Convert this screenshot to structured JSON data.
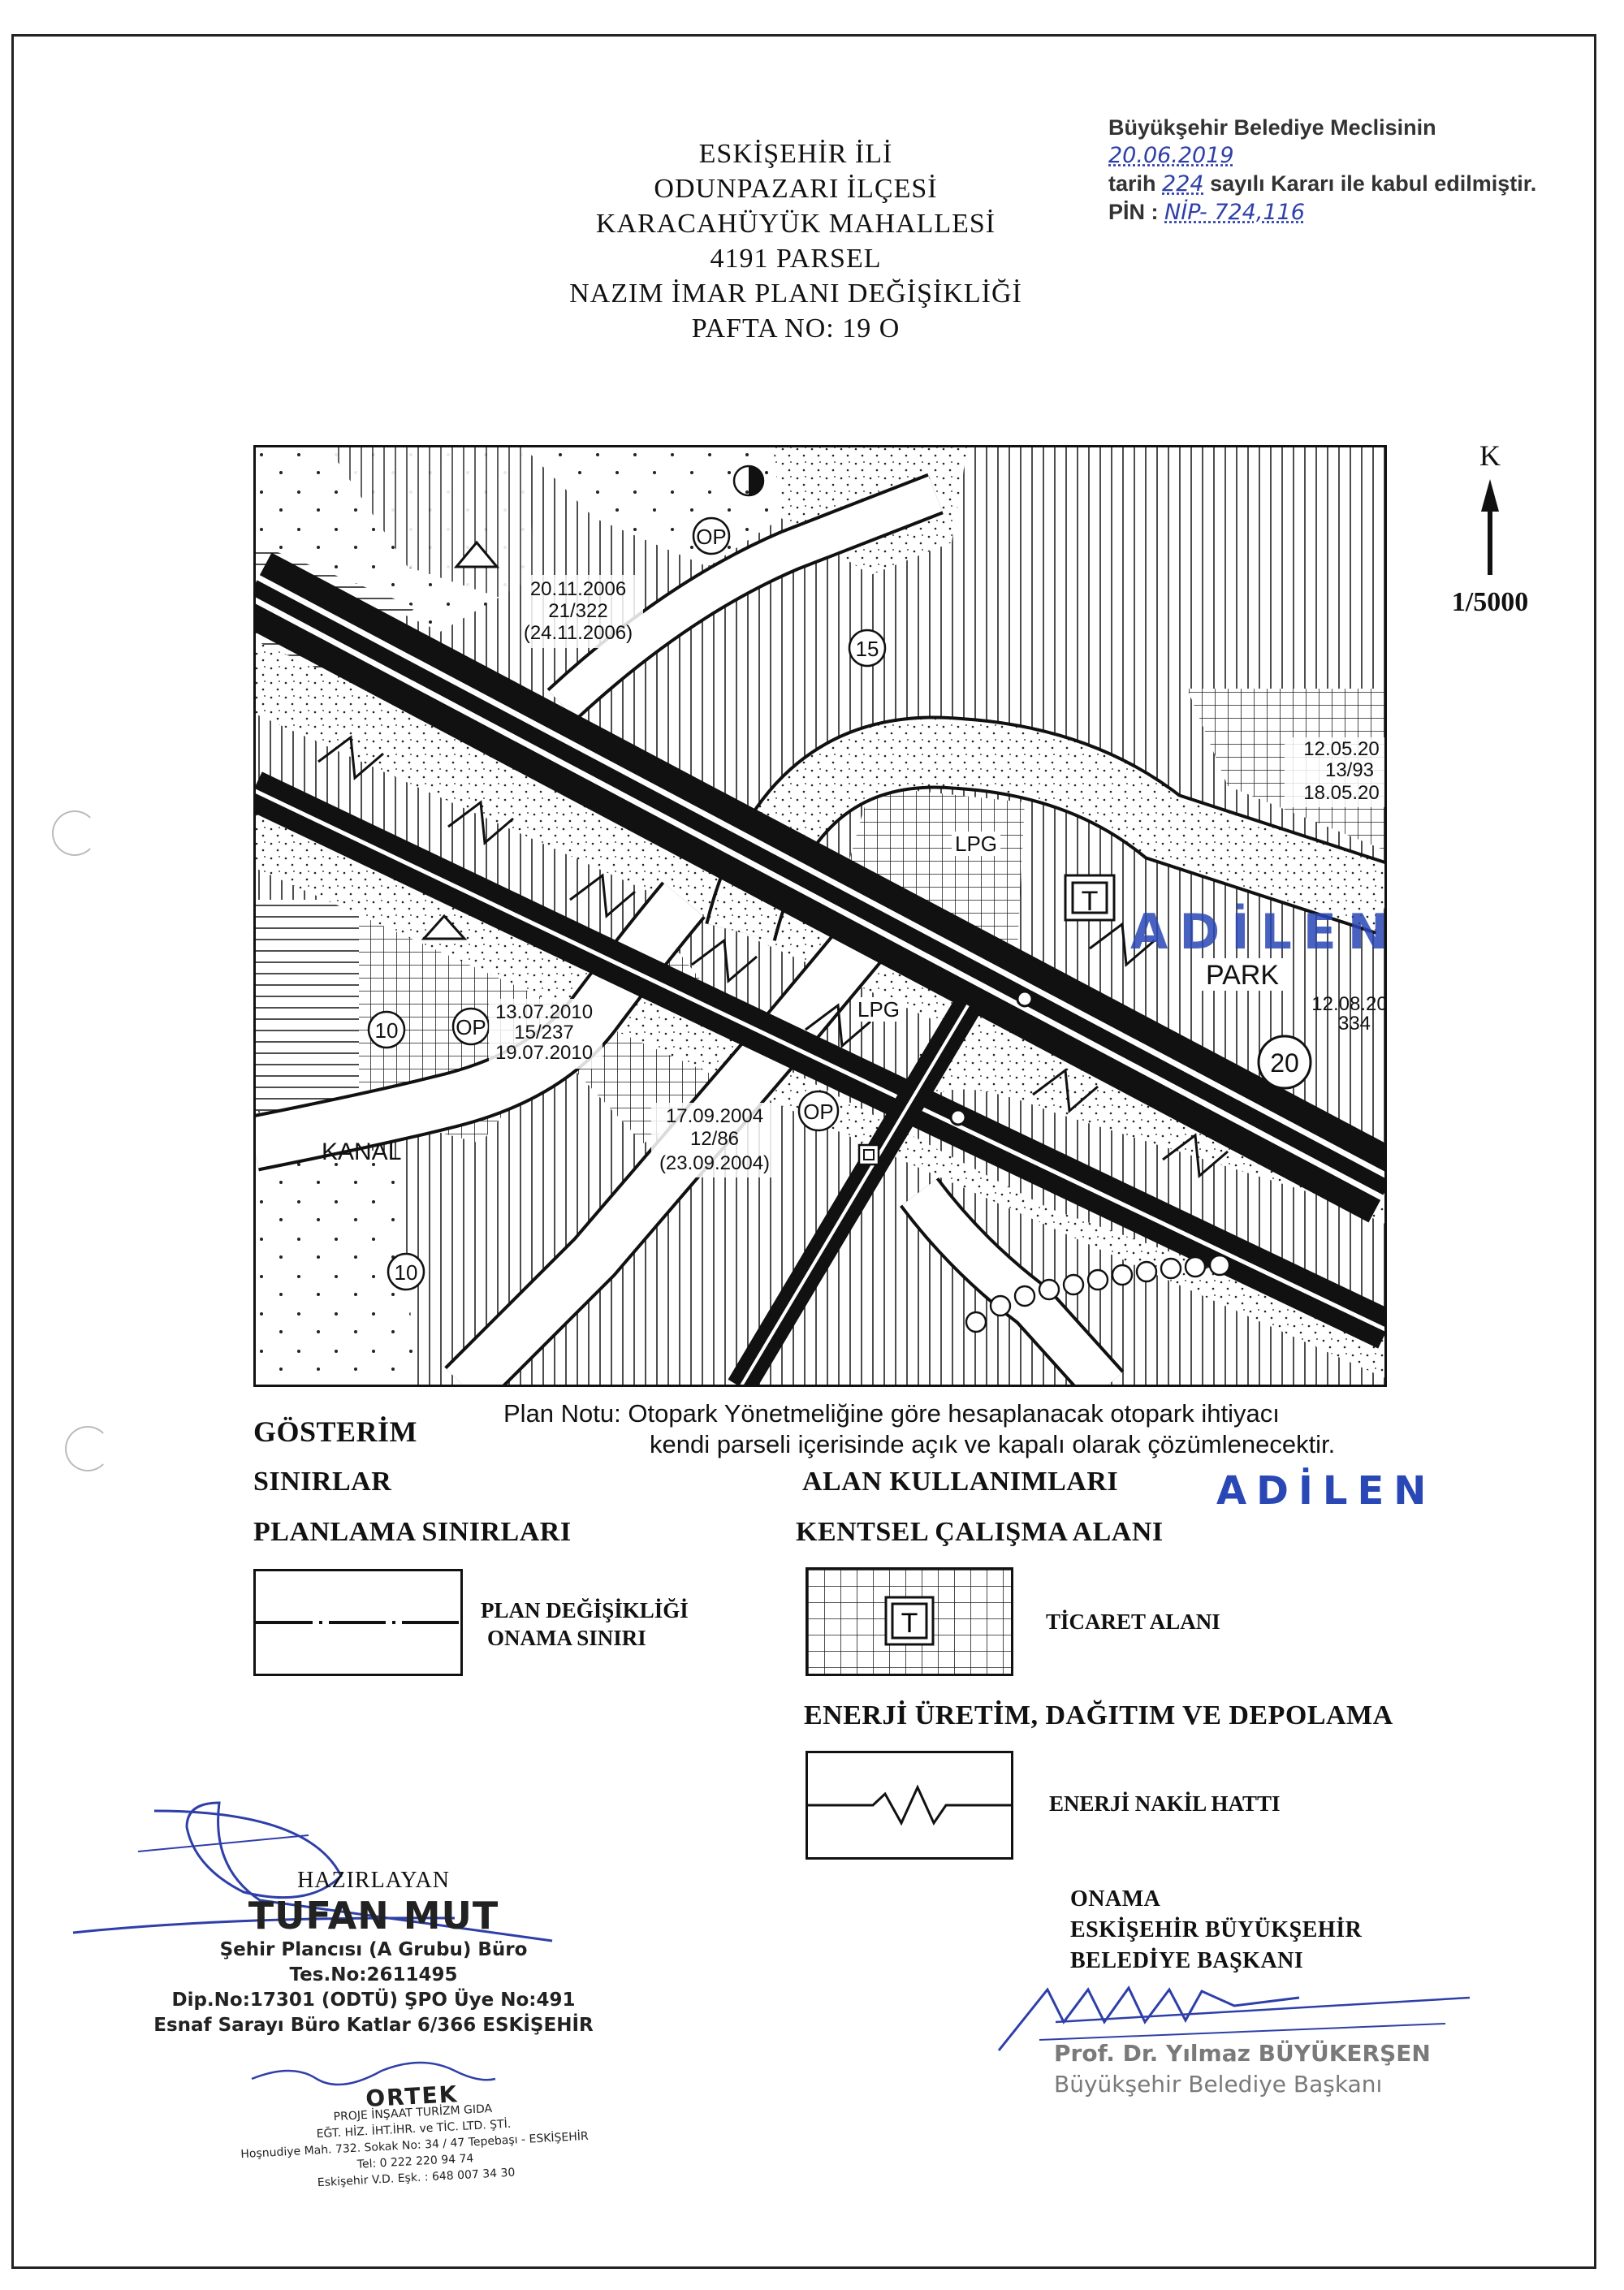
{
  "header": {
    "lines": [
      "ESKİŞEHİR İLİ",
      "ODUNPAZARI İLÇESİ",
      "KARACAHÜYÜK MAHALLESİ",
      "4191 PARSEL",
      "NAZIM İMAR PLANI DEĞİŞİKLİĞİ",
      "PAFTA NO:  19 O"
    ]
  },
  "approval_stamp": {
    "line1_prefix": "Büyükşehir Belediye Meclisinin",
    "line1_date": "20.06.2019",
    "line2_prefix": "tarih",
    "line2_number": "224",
    "line2_suffix": "sayılı Kararı ile kabul edilmiştir.",
    "line3_prefix": "PİN :",
    "line3_pin": "NİP- 724,116"
  },
  "north_arrow": {
    "label": "K",
    "scale": "1/5000"
  },
  "map_labels": {
    "op1": "OP",
    "op2": "OP",
    "op3": "OP",
    "lpg1": "LPG",
    "lpg2": "LPG",
    "t": "T",
    "park": "PARK",
    "kanal": "KANAL",
    "r15": "15",
    "r20": "20",
    "r10a": "10",
    "r10b": "10",
    "d1a": "20.11.2006",
    "d1b": "21/322",
    "d1c": "(24.11.2006)",
    "d2a": "13.07.2010",
    "d2b": "15/237",
    "d2c": "19.07.2010",
    "d3a": "17.09.2004",
    "d3b": "12/86",
    "d3c": "(23.09.2004)",
    "d4a": "12.05.20",
    "d4b": "13/93",
    "d4c": "18.05.20",
    "d5a": "12.08.20",
    "d5b": "334",
    "stamp": "ADİLEN"
  },
  "plan_note": {
    "line1": "Plan Notu: Otopark Yönetmeliğine göre hesaplanacak otopark ihtiyacı",
    "line2": "kendi parseli içerisinde açık ve kapalı olarak çözümlenecektir."
  },
  "legend": {
    "title": "GÖSTERİM",
    "boundaries": "SINIRLAR",
    "planning_boundaries": "PLANLAMA SINIRLARI",
    "boundary_item": [
      "PLAN DEĞİŞİKLİĞİ",
      "ONAMA SINIRI"
    ],
    "land_use": "ALAN KULLANIMLARI",
    "urban_area": "KENTSEL ÇALIŞMA ALANI",
    "commerce_symbol": "T",
    "commerce": "TİCARET ALANI",
    "energy": "ENERJİ ÜRETİM, DAĞITIM VE DEPOLAMA",
    "energy_line": "ENERJİ NAKİL HATTI",
    "stamp": "ADİLEN"
  },
  "preparer": {
    "role": "HAZIRLAYAN",
    "name": "TUFAN MUT",
    "info": [
      "Şehir Plancısı (A Grubu) Büro Tes.No:2611495",
      "Dip.No:17301 (ODTÜ)  ŞPO Üye No:491",
      "Esnaf Sarayı Büro Katlar 6/366  ESKİŞEHİR"
    ]
  },
  "firm": {
    "name": "ORTEK",
    "lines": [
      "PROJE İNŞAAT TURİZM GIDA",
      "EĞT. HİZ. İHT.İHR. ve TİC. LTD. ŞTİ.",
      "Hoşnudiye Mah. 732. Sokak No: 34 / 47 Tepebaşı - ESKİŞEHİR",
      "Tel: 0 222  220 94 74",
      "Eskişehir V.D. Eşk. : 648 007 34 30"
    ]
  },
  "approval": {
    "lines": [
      "ONAMA",
      "ESKİŞEHİR BÜYÜKŞEHİR",
      "BELEDİYE BAŞKANI"
    ],
    "mayor_name": "Prof. Dr. Yılmaz BÜYÜKERŞEN",
    "mayor_title": "Büyükşehir Belediye Başkanı"
  }
}
